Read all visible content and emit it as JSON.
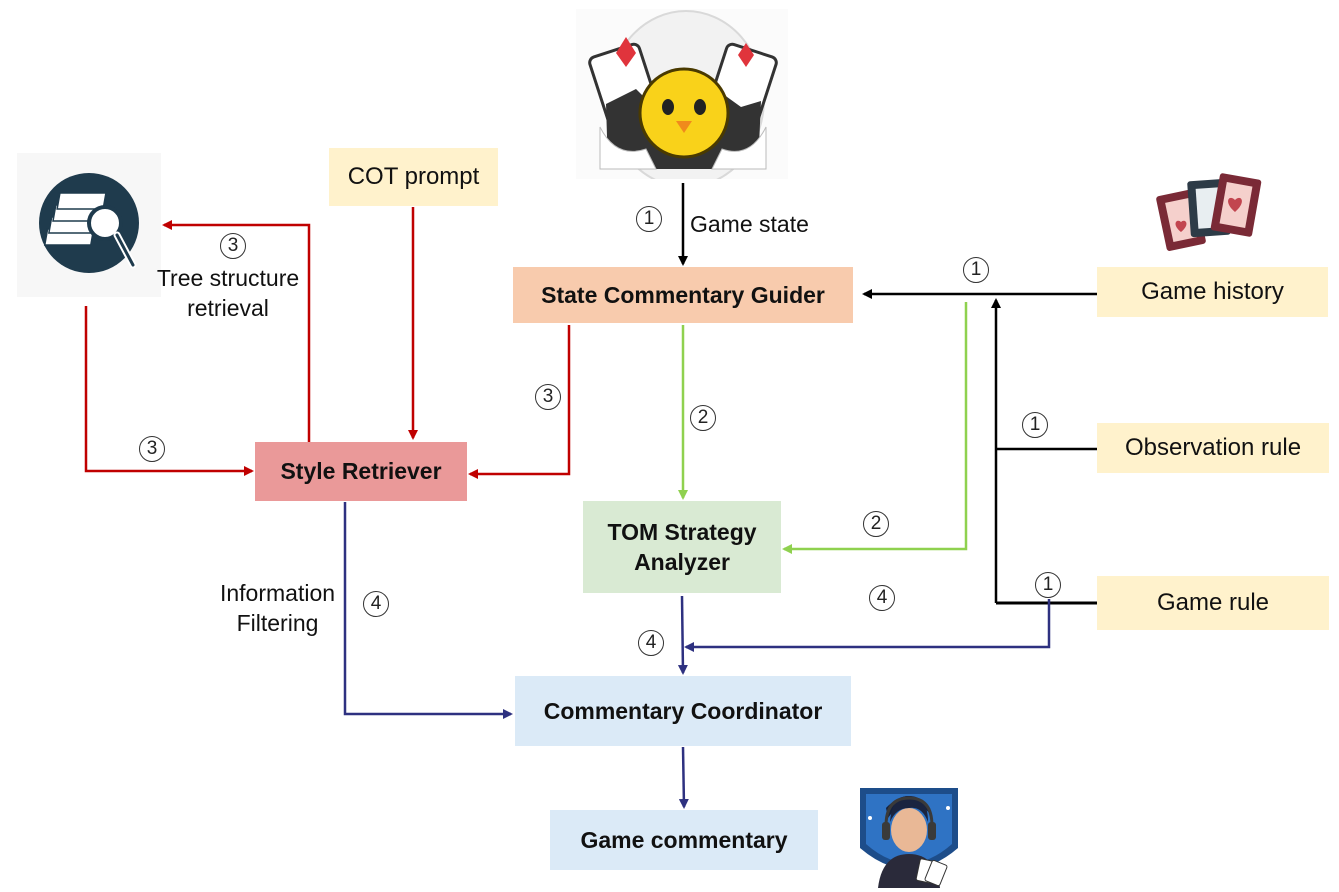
{
  "nodes": {
    "state_guider": "State Commentary Guider",
    "style_retriever": "Style Retriever",
    "tom_line1": "TOM Strategy",
    "tom_line2": "Analyzer",
    "coordinator": "Commentary Coordinator",
    "commentary": "Game commentary",
    "cot_prompt": "COT prompt",
    "game_history": "Game history",
    "observation_rule": "Observation rule",
    "game_rule": "Game rule"
  },
  "labels": {
    "game_state": "Game state",
    "tree_line1": "Tree structure",
    "tree_line2": "retrieval",
    "filter_line1": "Information",
    "filter_line2": "Filtering"
  },
  "steps": {
    "s1": "1",
    "s2": "2",
    "s3": "3",
    "s4": "4"
  },
  "colors": {
    "state_guider": "#f8cbad",
    "style_retriever": "#ea9999",
    "tom": "#d9ead3",
    "coordinator": "#dbeaf7",
    "input": "#fff2cc",
    "red_arrow": "#c00000",
    "green_arrow": "#8fd14f",
    "navy_arrow": "#2e3180",
    "black_arrow": "#000000"
  },
  "icons": [
    "chick-egg-cards-icon",
    "document-search-icon",
    "playing-cards-icon",
    "commentator-avatar-icon"
  ]
}
